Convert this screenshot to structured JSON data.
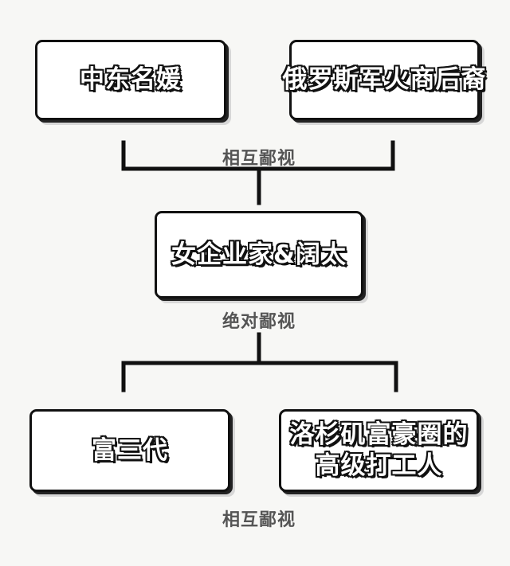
{
  "diagram": {
    "nodes": {
      "mideast": {
        "lines": [
          "中东名媛"
        ]
      },
      "russian": {
        "lines": [
          "俄罗斯军火商后裔"
        ]
      },
      "center": {
        "lines": [
          "女企业家&阔太"
        ]
      },
      "rich2": {
        "lines": [
          "富三代"
        ]
      },
      "la": {
        "lines": [
          "洛杉矶富豪圈的",
          "高级打工人"
        ]
      }
    },
    "relations": {
      "top": "相互鄙视",
      "middle": "绝对鄙视",
      "bottom": "相互鄙视"
    }
  }
}
